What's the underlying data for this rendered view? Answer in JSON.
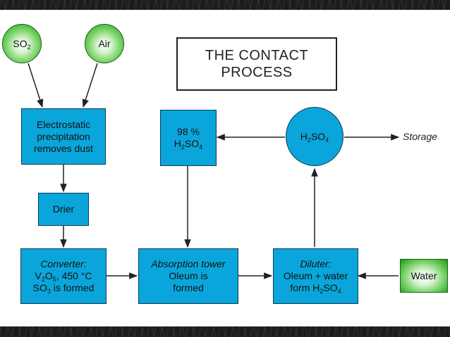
{
  "title": {
    "line1": "THE CONTACT",
    "line2": "PROCESS"
  },
  "nodes": {
    "so2": {
      "base": "SO",
      "sub": "2"
    },
    "air": {
      "label": "Air"
    },
    "electrostatic": {
      "line1": "Electrostatic",
      "line2": "precipitation",
      "line3": "removes dust"
    },
    "drier": {
      "label": "Drier"
    },
    "converter": {
      "heading": "Converter:",
      "v": "V",
      "v_sub": "2",
      "o": "O",
      "o_sub": "5",
      "temp": ", 450 °C",
      "so3": "SO",
      "so3_sub": "3",
      "so3_rest": " is formed"
    },
    "absorption": {
      "heading": "Absorption tower",
      "line2": "Oleum is",
      "line3": "formed"
    },
    "diluter": {
      "heading": "Diluter:",
      "line2": "Oleum + water",
      "line3_pre": "form H",
      "h_sub": "2",
      "so": "SO",
      "so_sub": "4"
    },
    "acid98": {
      "line1": "98 %",
      "h": "H",
      "h_sub": "2",
      "so": "SO",
      "so_sub": "4"
    },
    "h2so4": {
      "h": "H",
      "h_sub": "2",
      "so": "SO",
      "so_sub": "4"
    },
    "water": {
      "label": "Water"
    },
    "storage": {
      "label": "Storage"
    }
  },
  "colors": {
    "box_fill": "#0aa6db",
    "box_border": "#0b3d55",
    "green": "#2eaa2e",
    "arrow": "#222222"
  }
}
